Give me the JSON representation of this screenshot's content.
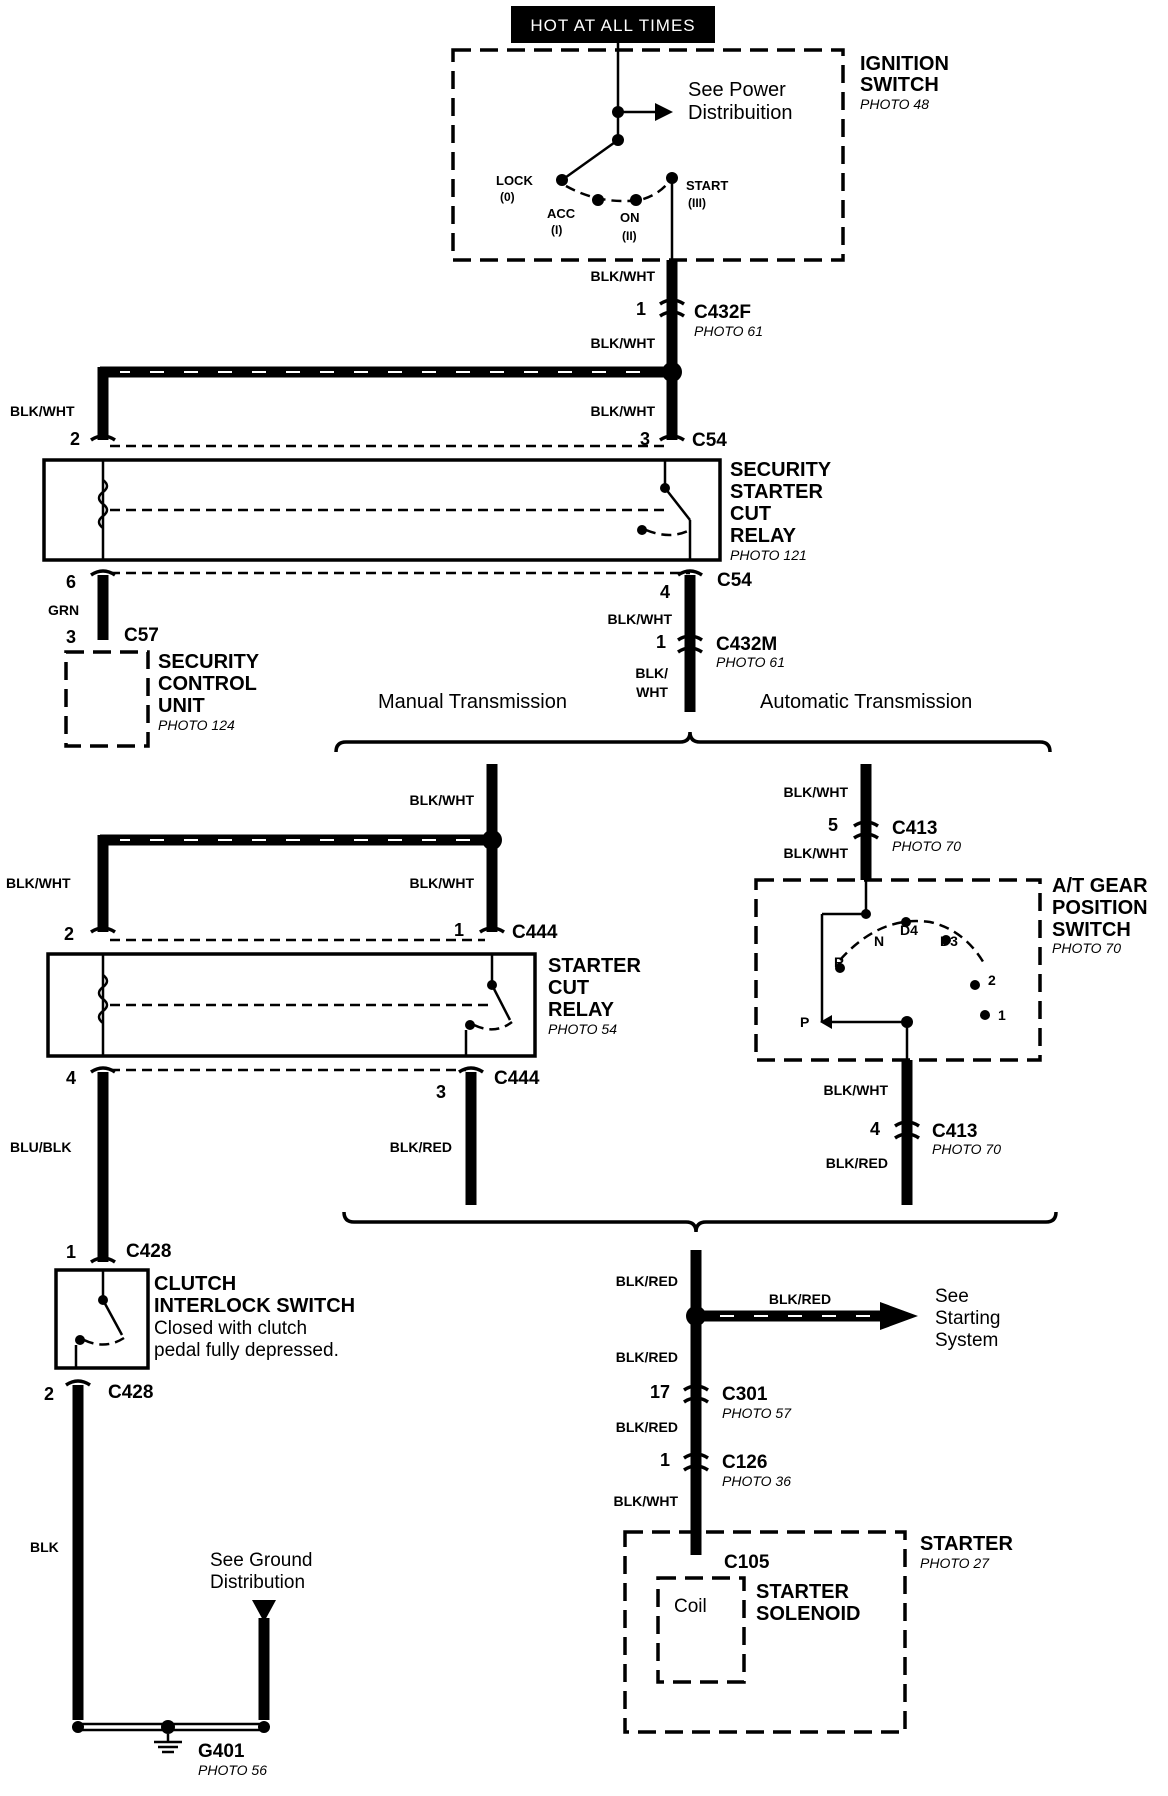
{
  "header": {
    "power_label": "HOT AT ALL TIMES"
  },
  "ignition_switch": {
    "title1": "IGNITION",
    "title2": "SWITCH",
    "photo": "PHOTO 48",
    "see1": "See Power",
    "see2": "Distribuition",
    "positions": {
      "lock": "LOCK",
      "lock_num": "(0)",
      "acc": "ACC",
      "acc_num": "(I)",
      "on": "ON",
      "on_num": "(II)",
      "start": "START",
      "start_num": "(III)"
    }
  },
  "wires": {
    "blk_wht": "BLK/WHT",
    "grn": "GRN",
    "blk_red": "BLK/RED",
    "blu_blk": "BLU/BLK",
    "blk": "BLK",
    "blk_slash": "BLK/",
    "wht": "WHT"
  },
  "connectors": {
    "c432f": "C432F",
    "c432f_photo": "PHOTO 61",
    "c432f_pin": "1",
    "c54": "C54",
    "c54_top_left_pin": "2",
    "c54_top_right_pin": "3",
    "c54_bottom_left_pin": "6",
    "c54_bottom_right_pin": "4",
    "c57": "C57",
    "c57_pin": "3",
    "c432m": "C432M",
    "c432m_photo": "PHOTO 61",
    "c432m_pin": "1",
    "c413": "C413",
    "c413_photo": "PHOTO 70",
    "c413_top_pin": "5",
    "c413_bottom_pin": "4",
    "c444": "C444",
    "c444_top_left_pin": "2",
    "c444_top_right_pin": "1",
    "c444_bottom_left_pin": "4",
    "c444_bottom_right_pin": "3",
    "c428": "C428",
    "c428_top_pin": "1",
    "c428_bottom_pin": "2",
    "c301": "C301",
    "c301_photo": "PHOTO 57",
    "c301_pin": "17",
    "c126": "C126",
    "c126_photo": "PHOTO 36",
    "c126_pin": "1",
    "c105": "C105",
    "g401": "G401",
    "g401_photo": "PHOTO 56"
  },
  "security_relay": {
    "l1": "SECURITY",
    "l2": "STARTER",
    "l3": "CUT",
    "l4": "RELAY",
    "photo": "PHOTO 121"
  },
  "security_unit": {
    "l1": "SECURITY",
    "l2": "CONTROL",
    "l3": "UNIT",
    "photo": "PHOTO 124"
  },
  "branches": {
    "manual": "Manual Transmission",
    "automatic": "Automatic Transmission"
  },
  "starter_relay": {
    "l1": "STARTER",
    "l2": "CUT",
    "l3": "RELAY",
    "photo": "PHOTO 54"
  },
  "gear_switch": {
    "l1": "A/T GEAR",
    "l2": "POSITION",
    "l3": "SWITCH",
    "photo": "PHOTO 70",
    "pos": {
      "r": "R",
      "n": "N",
      "d4": "D4",
      "d3": "D3",
      "two": "2",
      "p": "P",
      "one": "1"
    }
  },
  "clutch_switch": {
    "l1": "CLUTCH",
    "l2": "INTERLOCK SWITCH",
    "l3": "Closed with clutch",
    "l4": "pedal fully depressed."
  },
  "starting_system": {
    "l1": "See",
    "l2": "Starting",
    "l3": "System"
  },
  "ground_dist": {
    "l1": "See Ground",
    "l2": "Distribution"
  },
  "starter": {
    "title": "STARTER",
    "photo": "PHOTO 27",
    "coil": "Coil",
    "sol1": "STARTER",
    "sol2": "SOLENOID"
  }
}
